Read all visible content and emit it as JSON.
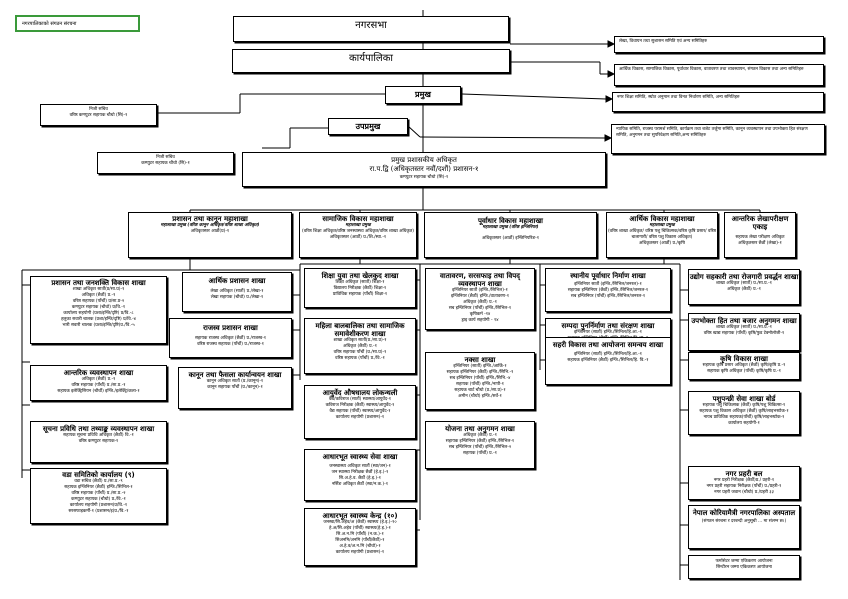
{
  "header_tag": "नगरपालिकाको संगठन संरचना",
  "top": {
    "nagarsabha": "नगरसभा",
    "karyapalika": "कार्यपालिका",
    "pramukh": "प्रमुख",
    "upapramukh": "उपप्रमुख"
  },
  "side_notes": {
    "n1": "लेखा, विधायन तथा सुशासन समिति एवं अन्य समितिहरु",
    "n2": "आर्थिक विकास, सामाजिक विकास, पूर्वाधार विकास, वातावरण तथा व्यवस्थापन, संगठन विकास तथा अन्य समितिहरु",
    "n3": "नगर शिक्षा समिति, स्थोत अनुमान तथा विनत निर्धारण समिति, अन्य समितिहरु",
    "n4": "न्यायिक समिति, राजस्व परामर्श समिति, कार्यक्रम तथा बजेट तर्जुमा समिति, कानून व्यवस्थापन तथा उपभोक्ता हित संरक्षण समिति, अनुगमन तथा सुपरिवेक्षण समिति,अन्य समितिहरु"
  },
  "sachiv1": [
    "निजी सचिव",
    "वरिष्ठ कम्प्युटर सहायक चौथो (सि)-१"
  ],
  "sachiv2": [
    "निजी सचिव",
    "कम्प्युटर सहायक चौथो (सि)-१"
  ],
  "cao": [
    "प्रमुख प्रशासकीय अधिकृत",
    "रा.प.द्वि (अधिकृतस्तर नवौं/दशौं) प्रशासन-१",
    "कम्प्युटर सहायक चौथो (सि)-१"
  ],
  "divisions": [
    {
      "title": "प्रशासन तथा कानून महाशाखा",
      "sub": "महाशाखा प्रमुख (वरिष्ठ कानून अधिकृत/वरिष्ठ शाखा अधिकृत)",
      "lines": [
        "अधिकृतस्तर आठौं(प्र)-१"
      ]
    },
    {
      "title": "सामाजिक विकास महाशाखा",
      "sub": "महाशाखा प्रमुख",
      "lines": [
        "(वरिष्ठ शिक्षा अधिकृत/वरिष्ठ जनस्वास्थ्य अधिकृत/वरिष्ठ शाखा अधिकृत)",
        "अधिकृतस्तर (आठौं) प्र./शि./स्वा.-१"
      ]
    },
    {
      "title": "पूर्वाधार विकास महाशाखा",
      "sub": "महाशाखा प्रमुख (वरिष्ठ इन्जिनियर)",
      "lines": [
        "अधिकृतस्तर (आठौं) इन्जिनियरिङ-१"
      ]
    },
    {
      "title": "आर्थिक विकास महाशाखा",
      "sub": "महाशाखा प्रमुख",
      "lines": [
        "(वरिष्ठ शाखा अधिकृत/ वरिष्ठ पशु चिकित्सक/वरिष्ठ कृषि प्रसार/ वरिष्ठ बालागारी/ वरिष्ठ पशु विकास अधिकृत)",
        "अधिकृतस्तर (आठौं) प्र./कृषि"
      ]
    },
    {
      "title": "आन्तरिक लेखापरीक्षण एकाइ",
      "sub": "",
      "lines": [
        "सहायक लेखा परीक्षण अधिकृत",
        "अधिकृतस्तर छैठौं (लेखा)-१"
      ]
    }
  ],
  "col1": [
    {
      "title": "प्रशासन तथा जनशक्ति विकास शाखा",
      "lines": [
        "शाखा अधिकृत सातौं(प्र/सा.प्र)-१",
        "अधिकृत (छैठौं) प्र.-१",
        "वरिष्ठ सहायक (पाँचौं) प्र/सा.प्र-२",
        "कम्प्युटर सहायक (चौथो) प्र/वि.-१",
        "कार्यालय सहयोगी (प्रशा/इन्जि/दृष्टि) प्र/वि.-८",
        "हलुका सवारी चालक (प्रशा/इन्जि/दृष्टि) प्र/वि.-४",
        "भारी सवारी चालक (प्रशा/इन्जि/दृष्टि)प्र./वि.-५"
      ]
    },
    {
      "title": "आन्तरिक व्यवस्थापन शाखा",
      "lines": [
        "अधिकृत (छैठौं) प्र.-१",
        "वरिष्ठ सहायक (पाँचौं) प्र./सा.प्र.-१",
        "सहायक इलेक्ट्रिसियन (चौथौं) इन्जि./इलेक्ट्रि/कला-१"
      ]
    },
    {
      "title": "सूचना प्रविधि तथा तथ्याङ्क व्यवस्थापन शाखा",
      "lines": [
        "सहायक सूचना प्रविधि अधिकृत (छैठौं) वि.-१",
        "वरिष्ठ कम्प्युटर सहायक-१"
      ]
    },
    {
      "title": "वडा समितिको कार्यालय (९)",
      "lines": [
        "वडा सचिव (छैठौं) प्र./सा.प्र.-९",
        "सहायक इन्जिनियर (छैठौं) इन्जि./सिभिल-१",
        "वरिष्ठ सहायक (पाँचौं) प्र./सा.प्र.-२",
        "कम्प्युटर सहायक (चौथो) प्र./वि.-१",
        "कार्यालय सहयोगी (प्रशासन)प्र/वि.-१",
        "सरसफाइकर्मी-१ (प्रशासन/इ)प्र./वि.-१"
      ]
    }
  ],
  "col2": [
    {
      "title": "आर्थिक प्रशासन शाखा",
      "lines": [
        "लेखा अधिकृत (सातौं) प्र./लेखा-१",
        "लेखा सहायक (चौथो) प्र./लेखा-१"
      ]
    },
    {
      "title": "राजस्व प्रशासन शाखा",
      "lines": [
        "सहायक राजस्व अधिकृत (छैठौं) प्र./राजस्व-१",
        "वरिष्ठ राजस्व सहायक (पाँचौं) प्र./राजस्व-१"
      ]
    },
    {
      "title": "कानून तथा फैसला कार्यान्वयन शाखा",
      "lines": [
        "कानून अधिकृत सातौं (प्र./कानून)-१",
        "कानून सहायक पाँचौं (प्र./कानून)-१"
      ]
    }
  ],
  "col3": [
    {
      "title": "शिक्षा युवा तथा खेलकुद शाखा",
      "lines": [
        "शिक्षा अधिकृत (सातौं) शिक्षा-१",
        "विद्यालय निरीक्षक (छैठौं) शिक्षा-१",
        "प्राविधिक सहायक (पाँचौं) शिक्षा-१"
      ]
    },
    {
      "title": "महिला बालबालिका तथा सामाजिक समावेशीकरण शाखा",
      "lines": [
        "शाखा अधिकृत सातौं(प्र./सा.प्र)-१",
        "अधिकृत (छैठौं) प्र.-१",
        "वरिष्ठ सहायक पाँचौं (प्र./सा.प्र)-१",
        "वरिष्ठ सहायक (पाँचौं) प्र./वि.-१"
      ]
    },
    {
      "title": "आयुर्वेद औषधालय लोकन्थली",
      "lines": [
        "वैद्य/कविराज (सातौं) स्वास्थ्य/आयुर्वेद-१",
        "कविराज निरीक्षक (छैठौं) स्वास्थ्य/आयुर्वेद-१",
        "वैद्य सहायक (पाँचौं) स्वास्थ्य/आयुर्वेद-१",
        "कार्यालय सहयोगी (प्रशासन)-१"
      ]
    },
    {
      "title": "आधारभूत स्वास्थ्य सेवा शाखा",
      "lines": [
        "जनस्वास्थ्य अधिकृत सातौं (स्वा/जन)-१",
        "जन स्वास्थ्य निरीक्षक छैठौं (हे.इ.)-१",
        "सि.अ.हे.व. छैठौं (हे.इ.)-१",
        "नर्सिङ अधिकृत छैठौं (स्वा/न.क.)-१"
      ]
    },
    {
      "title": "आधारभूत स्वास्थ्य केन्द्र (१०)",
      "lines": [
        "जनस्वा/सि.अहेव/अ (छैठौं) स्वास्थ्य (हे.इ.)-१०",
        "हे.अ/सि.अहेव (पाँचौं) स्वास्थ्य(हे.इ.)-१",
        "सि.अ.न.मि (पाँचौं) (न.क.)-१",
        "सिअनमि/अनमि (पाँचौं/छैठौं)-१",
        "अ.हे.व/अ.न.मि (चौथो)-१",
        "कार्यालय सहयोगी (प्रशासन)-१"
      ]
    }
  ],
  "col4": [
    {
      "title": "वातावरण, सरसफाइ तथा विपद् व्यवस्थापन शाखा",
      "lines": [
        "इन्जिनियर सातौं (इन्जि./सिभिल)-१",
        "इन्जिनियर (छैठौं) इन्जि./वातावरण-१",
        "अधिकृत (छैठौं) प्र.-१",
        "सब इन्जिनियर (पाँचौं) इन्जि./सिभिल-१",
        "कृषिकर्म -१४",
        "ड्राइ कार्य सहयोगी - १४"
      ]
    },
    {
      "title": "नक्सा शाखा",
      "lines": [
        "इन्जिनियर (सातौं) इन्जि./आर्कि-१",
        "सहायक इन्जिनियर (छैठौं) इन्जि./सिभि.-१",
        "सब इन्जिनियर (पाँचौं) इन्जि./सिभि.-४",
        "सहायक (पाँचौं) इन्जि./नापी-१",
        "सहायक चार्ट चौथो (प्र./सा.प्र)-१",
        "अमीन (चौथो) इन्जि./सर्वे-१"
      ]
    },
    {
      "title": "योजना तथा अनुगमन शाखा",
      "lines": [
        "अधिकृत (छैठौं) प्र.-१",
        "सहायक इन्जिनियर (छैठौं) इन्जि./सिभिल-१",
        "सब इन्जिनियर (पाँचौं) इन्जि./सिभिल-२",
        "सहायक (पाँचौं) प्र.-१"
      ]
    }
  ],
  "col5": [
    {
      "title": "स्थानीय पूर्वाधार निर्माण शाखा",
      "lines": [
        "इन्जिनियर सातौं (इन्जि./सिभिल/जनरल)-१",
        "सहायक इन्जिनियर (छैठौं) इन्जि./सिभिल/जनरल-१",
        "सब इन्जिनियर (पाँचौं) इन्जि./सिभिल/जनरल-१"
      ]
    },
    {
      "title": "सम्पदा पुनर्निर्माण तथा संरक्षण शाखा",
      "lines": [
        "इन्जिनियर (सातौं) इन्जि./सिभिल/हि.आ.-१",
        "सहायक इन्जिनियर (छैठौं) इन्जि./सिभिल/हि.आ.-१"
      ]
    },
    {
      "title": "सहरी विकास तथा आयोजना समन्वय शाखा",
      "lines": [
        "इन्जिनियर (सातौं) इन्जि./सिभिल/हि.आ.-१",
        "सहायक इन्जिनियर (छैठौं) इन्जि./सिभिल/हि. वि.-१"
      ]
    }
  ],
  "col6": [
    {
      "title": "उद्योग सहकारी तथा रोजगारी प्रवर्द्धन शाखा",
      "lines": [
        "शाखा अधिकृत (सातौं) प्र./सा.प्र.-१",
        "अधिकृत (छैठौं) प्र.-१"
      ]
    },
    {
      "title": "उपभोक्ता हित तथा बजार अनुगमन शाखा",
      "lines": [
        "शाखा अधिकृत (सातौं) प्र./सा.प्र.-१",
        "वरिष्ठ खाद्य सहायक (पाँचौं) कृषि/फुड टेक्नोलोजी-१"
      ]
    },
    {
      "title": "कृषि विकास शाखा",
      "lines": [
        "सहायक कृषि प्रसार अधिकृत (छैठौं) कृषि/कृषि प्र.-१",
        "सहायक कृषि अधिकृत (पाँचौं) कृषि/कृषि प्र.-१"
      ]
    },
    {
      "title": "पशुपन्छी सेवा शाखा बोर्ड",
      "lines": [
        "सहायक पशु चिकित्सक (छैठौं) कृषि/पशु चिकित्सा-१",
        "सहायक पशु विकास अधिकृत (छैठौं) कृषि/लाइभस्टोक-१",
        "नायब प्राविधिक सहायक(पाँचौं) कृषि/लाइभस्टोक-१",
        "कार्यालय सहयोगी-१"
      ]
    },
    {
      "title": "नगर प्रहरी बल",
      "lines": [
        "नगर प्रहरी निरीक्षक (छैठौं)प्र./ प्रहरी-१",
        "नगर प्रहरी सहायक निरीक्षक (पाँचौं) प्र./प्रहरी-१",
        "नगर प्रहरी जवान (चौथो) प्र./प्रहरी ३३"
      ]
    },
    {
      "title": "नेपाल कोरियामैत्री नगरपालिका अस्पताल",
      "lines": [
        "(संगठन संरचना र दरबन्दी अनुसूची ... मा संलग्न छ।)"
      ]
    },
    {
      "title": "",
      "lines": [
        "फर्मासेटर जम्मा एकिकरण आयोजना",
        "सिन्टीरन जम्मा एकिकरण आयोजना"
      ]
    }
  ]
}
